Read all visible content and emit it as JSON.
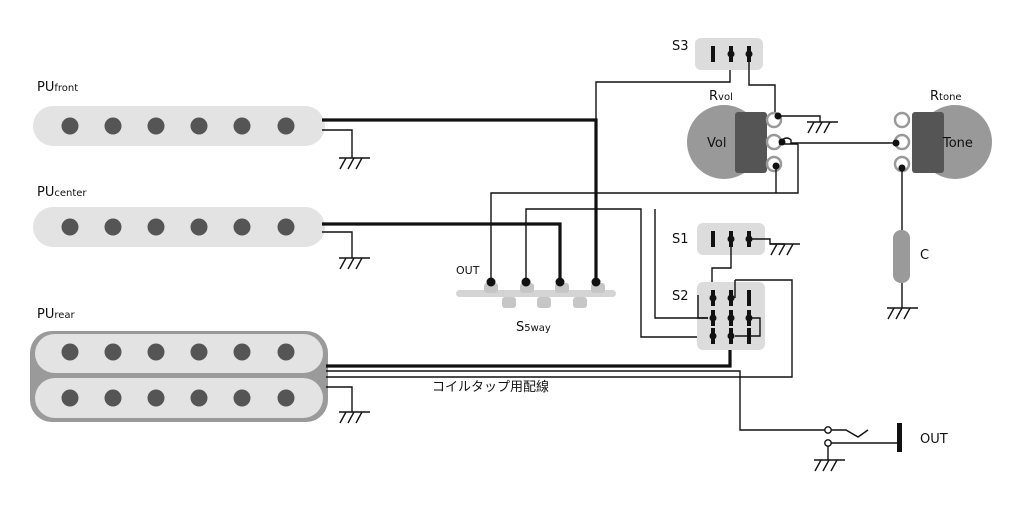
{
  "labels": {
    "pu_front_main": "PU",
    "pu_front_sub": "front",
    "pu_center_main": "PU",
    "pu_center_sub": "center",
    "pu_rear_main": "PU",
    "pu_rear_sub": "rear",
    "s5way_main": "S",
    "s5way_sub": "5way",
    "s5way_out": "OUT",
    "s1": "S1",
    "s2": "S2",
    "s3": "S3",
    "rvol_main": "R",
    "rvol_sub": "vol",
    "rtone_main": "R",
    "rtone_sub": "tone",
    "vol": "Vol",
    "tone": "Tone",
    "capacitor": "C",
    "jack_out": "OUT",
    "coil_tap_wiring": "コイルタップ用配線"
  },
  "colors": {
    "pickup_fill": "#e3e3e3",
    "pickup_border": "#9a9a9a",
    "pole": "#555555",
    "pot_body": "#999999",
    "switch_fill": "#dcdcdc",
    "capacitor": "#9a9a9a",
    "wire": "#111111"
  }
}
